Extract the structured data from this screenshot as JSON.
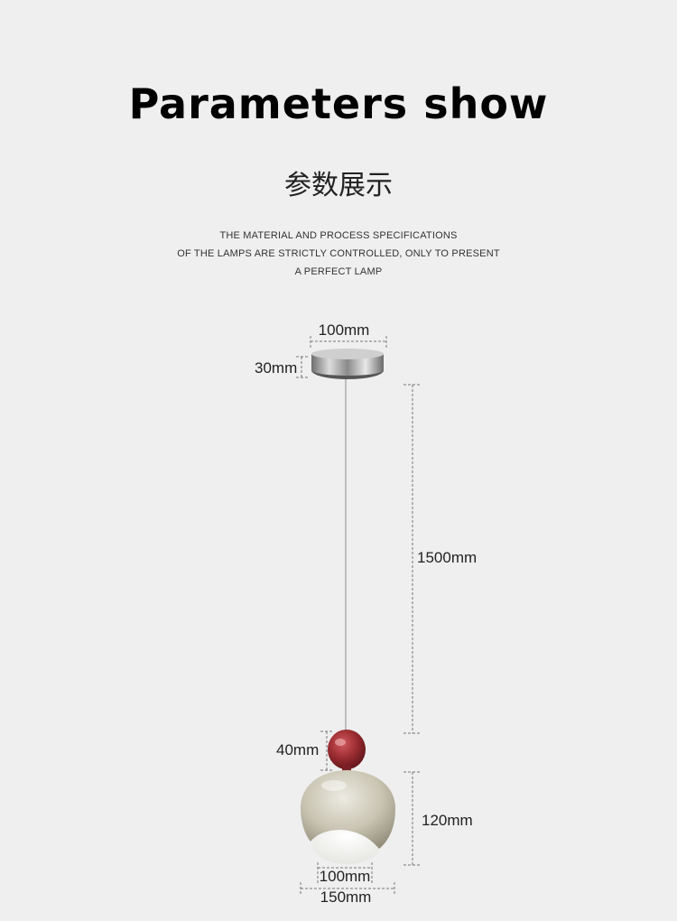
{
  "heading": {
    "title": "Parameters show",
    "subtitle": "参数展示",
    "description": [
      "THE MATERIAL AND PROCESS SPECIFICATIONS",
      "OF THE LAMPS ARE STRICTLY CONTROLLED, ONLY TO PRESENT",
      "A PERFECT LAMP"
    ]
  },
  "dimensions": {
    "canopy_diameter": "100mm",
    "canopy_height": "30mm",
    "cord_length": "1500mm",
    "ball_height": "40mm",
    "shade_height": "120mm",
    "bulb_diameter": "100mm",
    "shade_diameter": "150mm"
  },
  "colors": {
    "background": "#efefef",
    "canopy": "#9a9a9a",
    "ball": "#9e2e33",
    "shade": "#c9c4b2",
    "bulb": "#ffffff"
  }
}
